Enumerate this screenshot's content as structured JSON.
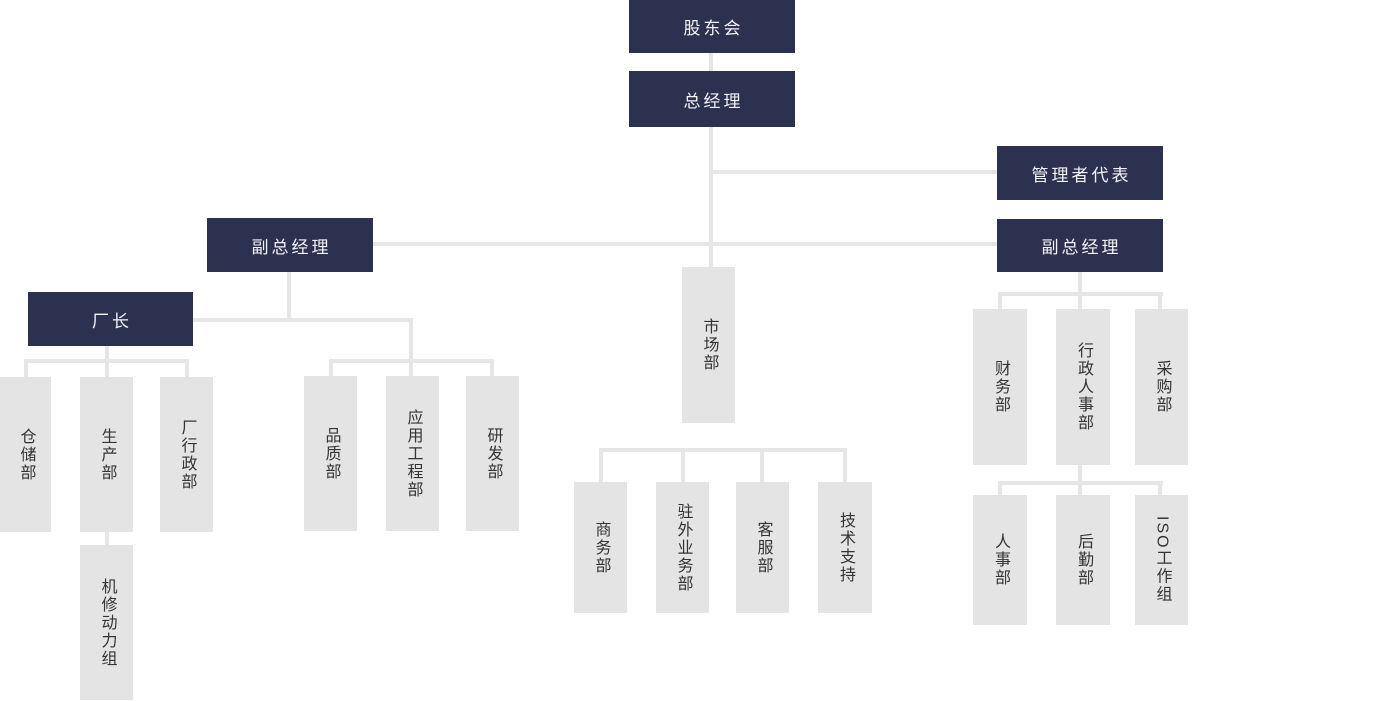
{
  "diagram_type": "org-chart",
  "colors": {
    "primary_box": "#2d3150",
    "primary_text": "#f4f4f7",
    "secondary_box": "#e4e4e4",
    "secondary_text": "#333333",
    "connector": "#e6e6e6",
    "background": "#ffffff"
  },
  "nodes": {
    "shareholders": "股东会",
    "general_manager": "总经理",
    "management_rep": "管理者代表",
    "deputy_gm_left": "副总经理",
    "deputy_gm_right": "副总经理",
    "factory_director": "厂长",
    "warehouse": "仓储部",
    "production": "生产部",
    "factory_admin": "厂行政部",
    "machine_repair_power": "机修动力组",
    "quality": "品质部",
    "application_engineering": "应用工程部",
    "rnd": "研发部",
    "marketing": "市场部",
    "business": "商务部",
    "field_sales": "驻外业务部",
    "customer_service": "客服部",
    "tech_support": "技术支持",
    "finance": "财务部",
    "admin_hr": "行政人事部",
    "purchasing": "采购部",
    "hr": "人事部",
    "logistics": "后勤部",
    "iso_group": "ISO工作组"
  },
  "hierarchy": {
    "label": "股东会",
    "children": [
      {
        "label": "总经理",
        "children": [
          {
            "label": "管理者代表"
          },
          {
            "label": "副总经理",
            "children": [
              {
                "label": "厂长",
                "children": [
                  {
                    "label": "仓储部"
                  },
                  {
                    "label": "生产部",
                    "children": [
                      {
                        "label": "机修动力组"
                      }
                    ]
                  },
                  {
                    "label": "厂行政部"
                  }
                ]
              },
              {
                "label": "品质部"
              },
              {
                "label": "应用工程部"
              },
              {
                "label": "研发部"
              }
            ]
          },
          {
            "label": "市场部",
            "children": [
              {
                "label": "商务部"
              },
              {
                "label": "驻外业务部"
              },
              {
                "label": "客服部"
              },
              {
                "label": "技术支持"
              }
            ]
          },
          {
            "label": "副总经理",
            "children": [
              {
                "label": "财务部"
              },
              {
                "label": "行政人事部",
                "children": [
                  {
                    "label": "人事部"
                  },
                  {
                    "label": "后勤部"
                  },
                  {
                    "label": "ISO工作组"
                  }
                ]
              },
              {
                "label": "采购部"
              }
            ]
          }
        ]
      }
    ]
  }
}
